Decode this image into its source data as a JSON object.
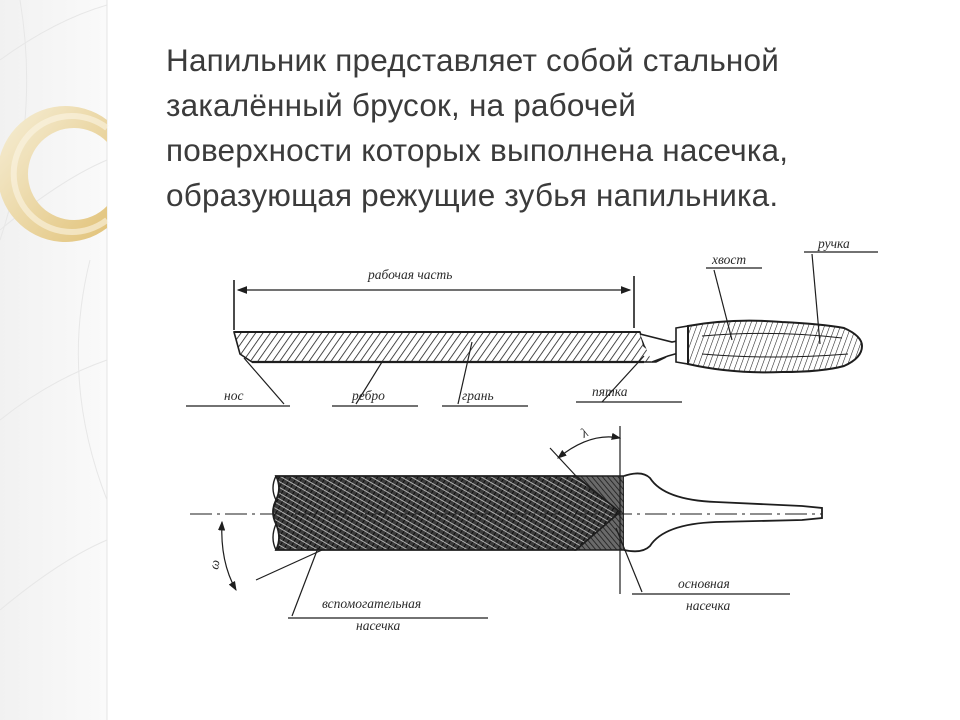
{
  "slide": {
    "heading_lines": [
      "Напильник представляет собой стальной",
      "закалённый брусок, на рабочей",
      "поверхности которых выполнена насечка,",
      "образующая режущие зубья напильника."
    ],
    "colors": {
      "text": "#3b3b3b",
      "accent_gold": "#e6c97e",
      "accent_cream": "#f5ecd2",
      "ink": "#1e1e1e"
    }
  },
  "diagram": {
    "labels": {
      "working_part": "рабочая часть",
      "tang": "хвост",
      "handle": "ручка",
      "nose": "нос",
      "edge": "ребро",
      "face": "грань",
      "heel": "пятка",
      "lambda": "λ",
      "omega": "ω",
      "auxiliary_line1": "вспомогательная",
      "auxiliary_line2": "насечка",
      "main_line1": "основная",
      "main_line2": "насечка"
    }
  }
}
